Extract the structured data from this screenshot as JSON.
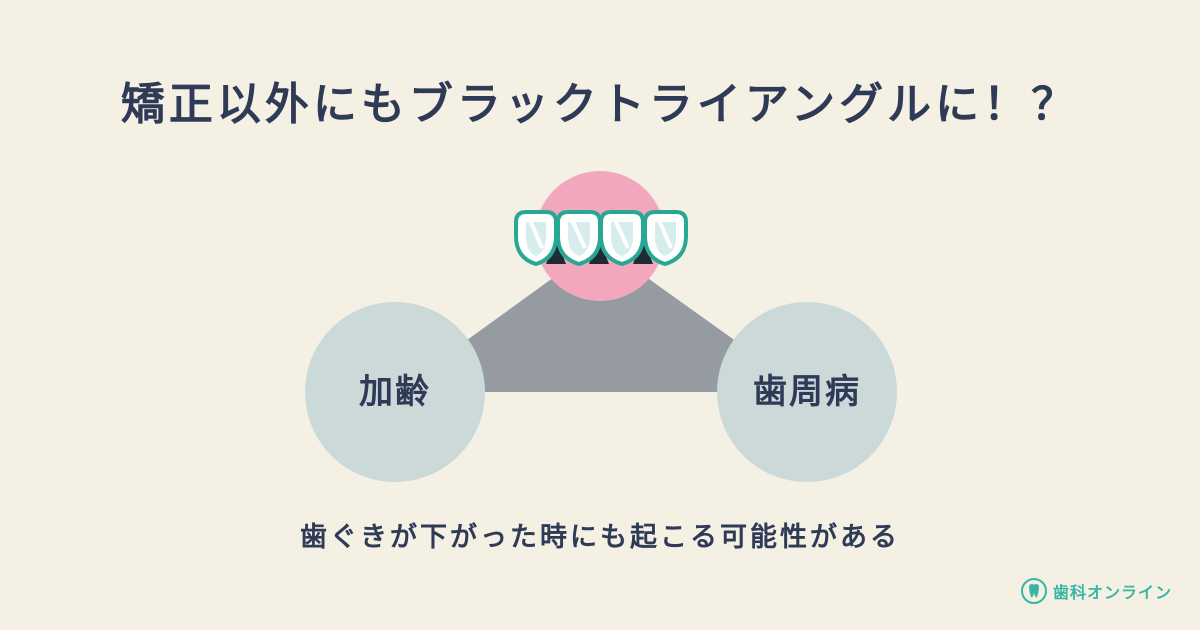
{
  "title": "矯正以外にもブラックトライアングルに！？",
  "nodes": {
    "left": "加齢",
    "right": "歯周病"
  },
  "caption": "歯ぐきが下がった時にも起こる可能性がある",
  "brand": {
    "name": "歯科オンライン",
    "icon": "tooth-logo-icon"
  },
  "colors": {
    "background": "#f4f0e4",
    "text": "#2f3b56",
    "circle": "#cbd9d9",
    "triangle": "#959ba1",
    "gum": "#f2a7bd",
    "tooth_outline": "#28a894",
    "black_triangle": "#1f2a33",
    "brand": "#3ab5a4"
  }
}
